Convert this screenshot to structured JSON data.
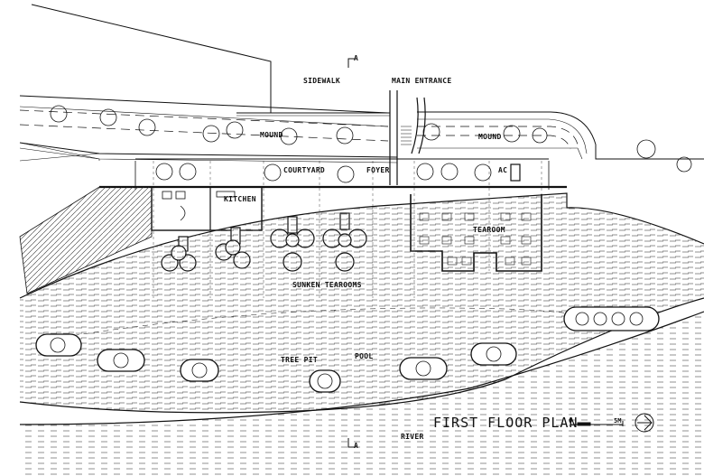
{
  "drawing": {
    "title": "FIRST FLOOR PLAN",
    "scale": {
      "start": "0",
      "end": "5M"
    },
    "section_marker": "A"
  },
  "labels": {
    "sidewalk": "SIDEWALK",
    "main_entrance": "MAIN ENTRANCE",
    "mound_left": "MOUND",
    "mound_right": "MOUND",
    "courtyard": "COURTYARD",
    "foyer": "FOYER",
    "ac": "AC",
    "kitchen": "KITCHEN",
    "tearoom": "TEAROOM",
    "sunken_tearooms": "SUNKEN TEAROOMS",
    "tree_pit": "TREE PIT",
    "pool": "POOL",
    "river": "RIVER"
  },
  "colors": {
    "line": "#111111",
    "water": "#333333",
    "background": "#ffffff"
  }
}
